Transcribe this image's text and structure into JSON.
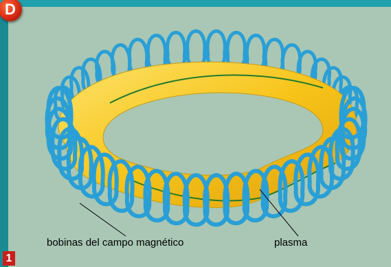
{
  "badges": {
    "section": "D",
    "figure": "1"
  },
  "labels": {
    "coils": "bobinas del campo magnético",
    "plasma": "plasma"
  },
  "colors": {
    "coil": "#2a9fd6",
    "plasma": "#f7c41a",
    "background": "#a9c7b4",
    "frame": "#1b8a93",
    "badge": "#c8201a"
  }
}
